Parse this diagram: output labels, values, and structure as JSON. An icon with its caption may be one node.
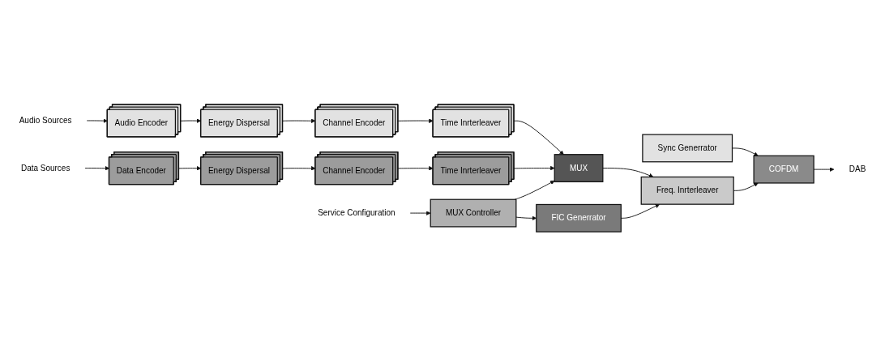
{
  "diagram": {
    "nodes": [
      {
        "text": [
          "Audio Sources"
        ]
      },
      {
        "text": [
          "Audio Encoder"
        ]
      },
      {
        "text": [
          "Energy Dispersal"
        ]
      },
      {
        "text": [
          "Channel Encoder"
        ]
      },
      {
        "text": [
          "Time Inrterleaver"
        ]
      },
      {
        "text": [
          "Data Sources"
        ]
      },
      {
        "text": [
          "Data Encoder"
        ]
      },
      {
        "text": [
          "Energy Dispersal"
        ]
      },
      {
        "text": [
          "Channel Encoder"
        ]
      },
      {
        "text": [
          "Time Inrterleaver"
        ]
      },
      {
        "text": [
          "MUX"
        ]
      },
      {
        "text": [
          "Service Configuration"
        ]
      },
      {
        "text": [
          "MUX Controller"
        ]
      },
      {
        "text": [
          "FIC Generrator"
        ]
      },
      {
        "text": [
          "Freq. Inrterleaver"
        ]
      },
      {
        "text": [
          "Sync Generrator"
        ]
      },
      {
        "text": [
          "COFDM"
        ]
      },
      {
        "text": [
          "DAB"
        ]
      }
    ],
    "edges": [
      {
        "from": 0,
        "to": 1,
        "arrow": "to"
      },
      {
        "from": 1,
        "to": 2,
        "arrow": "to"
      },
      {
        "from": 2,
        "to": 3,
        "arrow": "to"
      },
      {
        "from": 3,
        "to": 4,
        "arrow": "to"
      },
      {
        "from": 4,
        "to": 10,
        "arrow": "to"
      },
      {
        "from": 5,
        "to": 6,
        "arrow": "to"
      },
      {
        "from": 6,
        "to": 7,
        "arrow": "to"
      },
      {
        "from": 7,
        "to": 8,
        "arrow": "to"
      },
      {
        "from": 8,
        "to": 9,
        "arrow": "to"
      },
      {
        "from": 9,
        "to": 10,
        "arrow": "to"
      },
      {
        "from": 10,
        "to": 14,
        "arrow": "to"
      },
      {
        "from": 11,
        "to": 12,
        "arrow": "to"
      },
      {
        "from": 12,
        "to": 10,
        "arrow": "to"
      },
      {
        "from": 12,
        "to": 13,
        "arrow": "to"
      },
      {
        "from": 13,
        "to": 14,
        "arrow": "to"
      },
      {
        "from": 15,
        "to": 16,
        "arrow": "to"
      },
      {
        "from": 14,
        "to": 16,
        "arrow": "to"
      },
      {
        "from": 16,
        "to": 17,
        "arrow": "to"
      }
    ]
  }
}
